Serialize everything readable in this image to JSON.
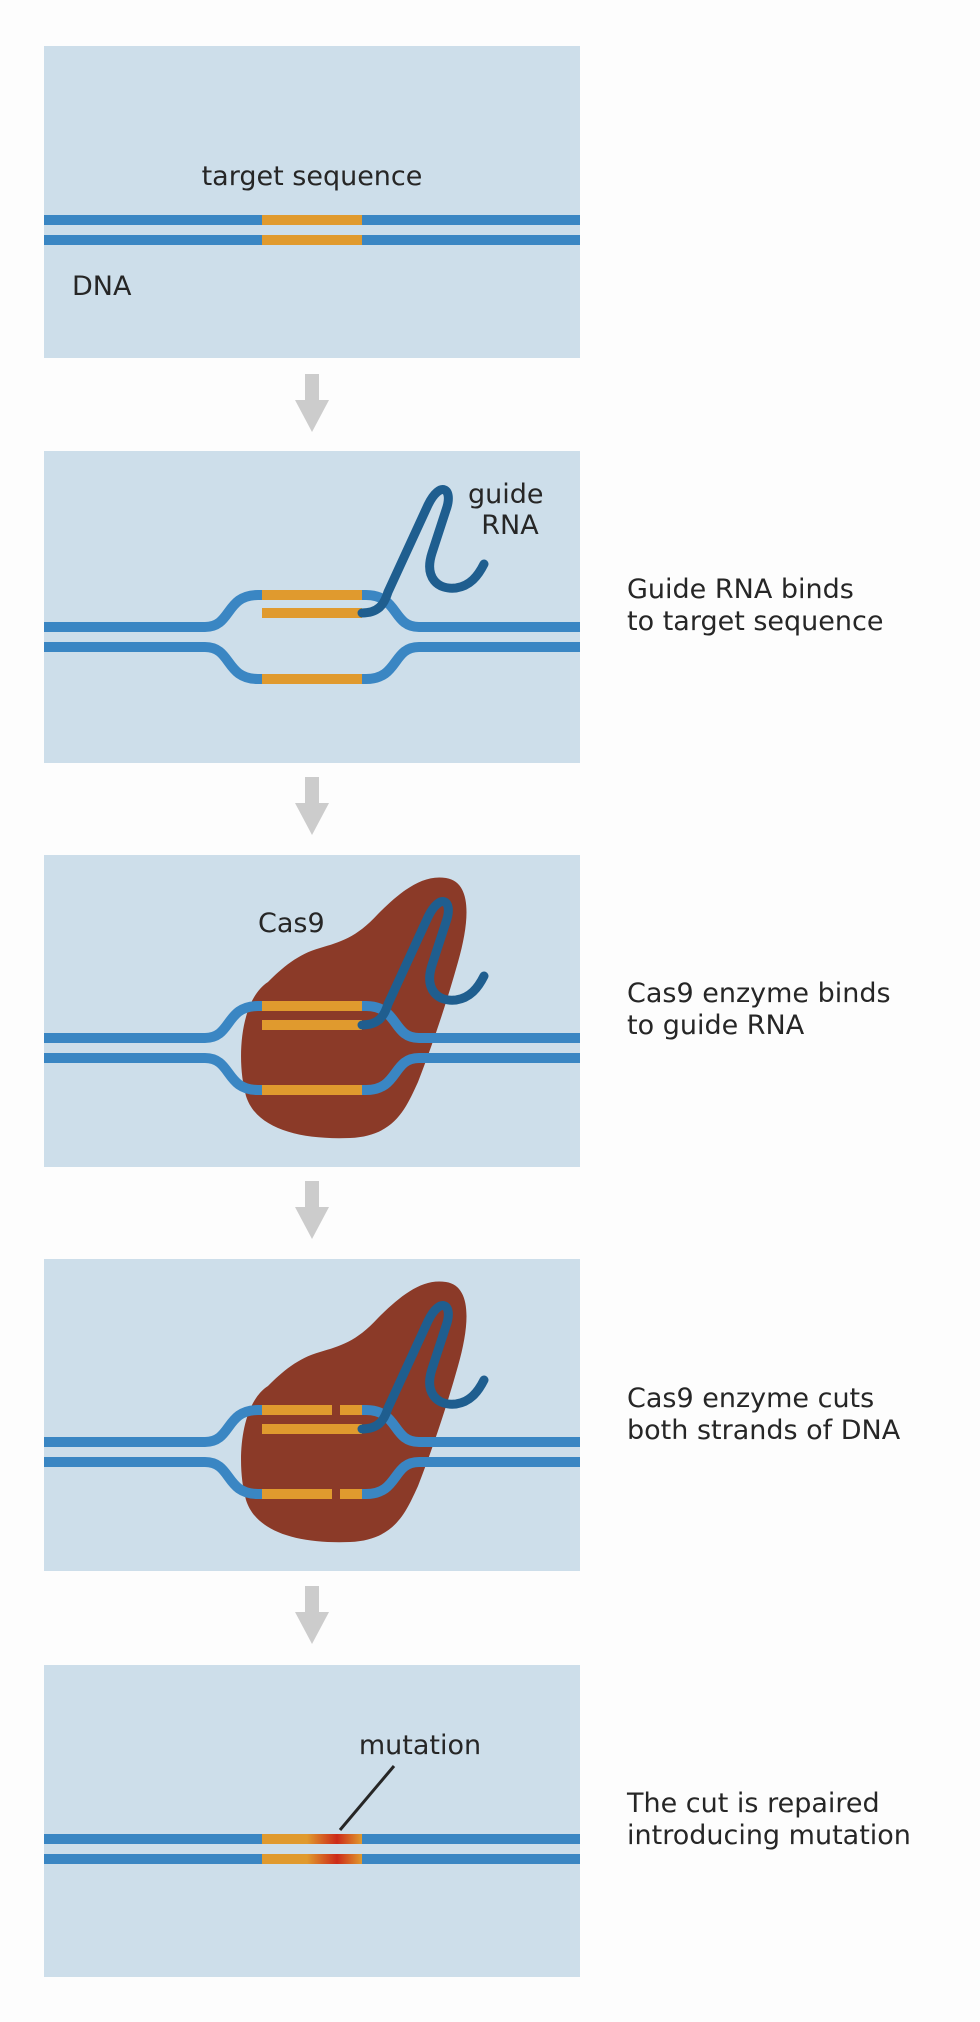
{
  "colors": {
    "background": "#fdfdfd",
    "panel": "#cddeea",
    "dna_strand": "#3a86c3",
    "target_segment": "#e09a2e",
    "guide_rna": "#1f5e8f",
    "cas9": "#8b3a28",
    "mutation": "#cc2a1a",
    "arrow": "#cccccc",
    "text": "#262626"
  },
  "panels": [
    {
      "labels": {
        "target": "target sequence",
        "dna": "DNA"
      }
    },
    {
      "labels": {
        "guide_rna_line1": "guide",
        "guide_rna_line2": "RNA"
      },
      "caption": [
        "Guide RNA binds",
        "to target sequence"
      ]
    },
    {
      "labels": {
        "cas9": "Cas9"
      },
      "caption": [
        "Cas9 enzyme binds",
        "to guide RNA"
      ]
    },
    {
      "caption": [
        "Cas9 enzyme cuts",
        "both strands of DNA"
      ]
    },
    {
      "labels": {
        "mutation": "mutation"
      },
      "caption": [
        "The cut is repaired",
        "introducing mutation"
      ]
    }
  ]
}
